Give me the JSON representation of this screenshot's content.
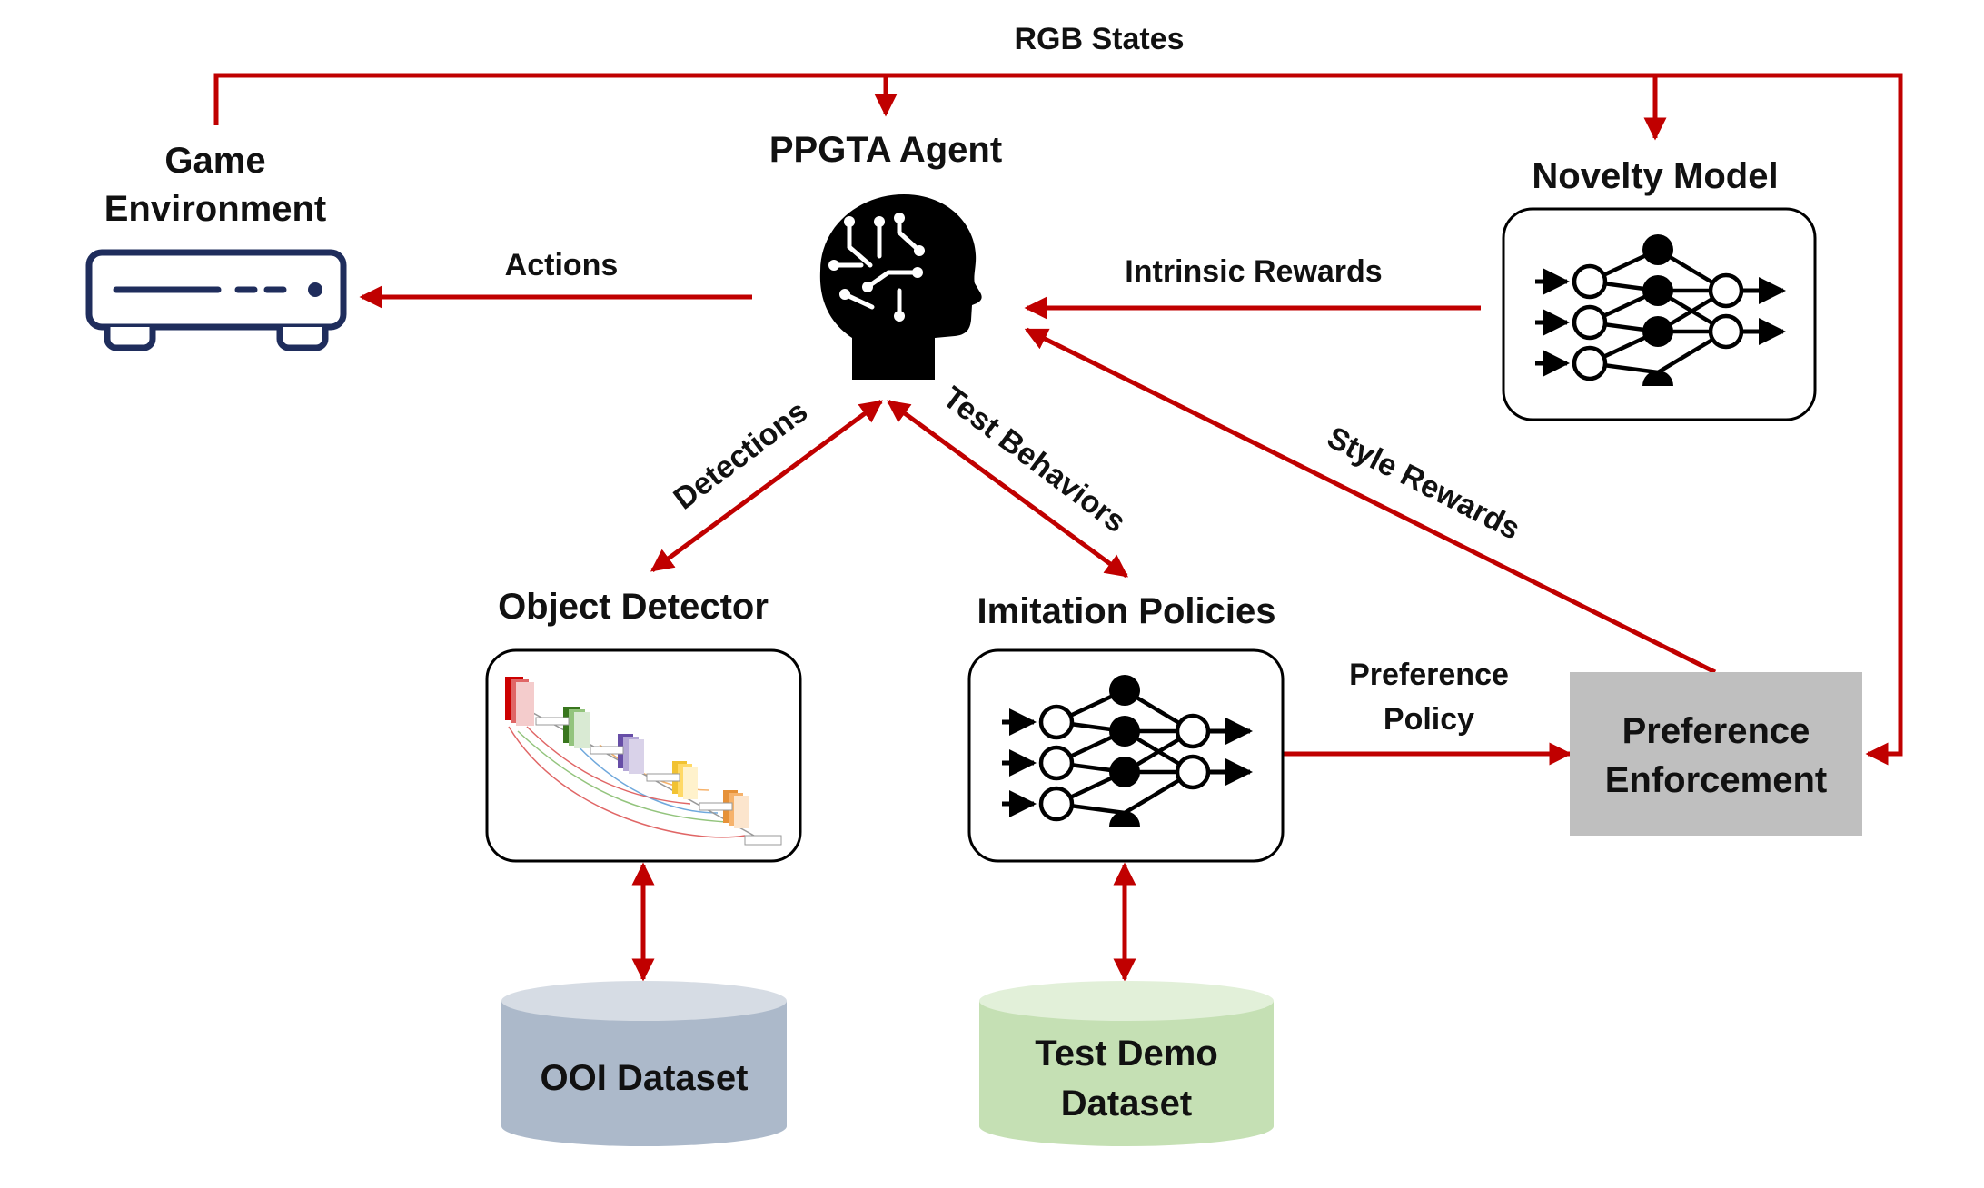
{
  "colors": {
    "arrow": "#c00000",
    "console": "#1f2d5c",
    "ooi_dataset_fill": "#acb9ca",
    "ooi_dataset_top": "#d6dce4",
    "demo_dataset_fill": "#c5e0b4",
    "demo_dataset_top": "#e2f0d9",
    "preference_box": "#bfbfbf"
  },
  "icons": {
    "game_environment": "game-console-icon",
    "agent": "ai-head-icon",
    "novelty_model": "neural-network-icon",
    "imitation_policies": "neural-network-icon",
    "object_detector": "cnn-architecture-thumbnail"
  },
  "nodes": {
    "game_env": {
      "line1": "Game",
      "line2": "Environment"
    },
    "agent": {
      "title": "PPGTA Agent"
    },
    "novelty": {
      "title": "Novelty Model"
    },
    "object_detector": {
      "title": "Object Detector"
    },
    "imitation": {
      "title": "Imitation Policies"
    },
    "preference": {
      "line1": "Preference",
      "line2": "Enforcement"
    },
    "ooi": {
      "label": "OOI Dataset"
    },
    "demo": {
      "line1": "Test Demo",
      "line2": "Dataset"
    }
  },
  "edges": {
    "rgb_states": "RGB States",
    "actions": "Actions",
    "intrinsic_rewards": "Intrinsic Rewards",
    "detections": "Detections",
    "test_behaviors": "Test Behaviors",
    "style_rewards": "Style Rewards",
    "preference_policy_line1": "Preference",
    "preference_policy_line2": "Policy"
  }
}
